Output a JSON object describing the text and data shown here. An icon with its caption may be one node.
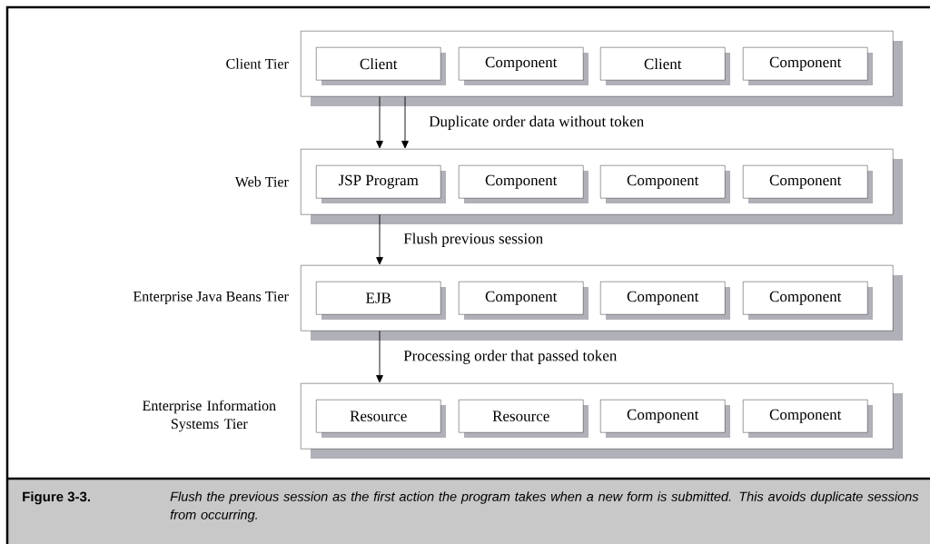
{
  "diagram": {
    "caption": "Flush the previous session as the first action the program takes when a new form is submitted. This avoids duplicate sessions from occurring.",
    "nodes": [
      {
        "text": [
          "Client Tier"
        ]
      },
      {
        "text": [
          "Client"
        ],
        "in": 0
      },
      {
        "text": [
          "Component"
        ],
        "in": 0
      },
      {
        "text": [
          "Client"
        ],
        "in": 0
      },
      {
        "text": [
          "Component"
        ],
        "in": 0
      },
      {
        "text": [
          "Web Tier"
        ]
      },
      {
        "text": [
          "JSP Program"
        ],
        "in": 5
      },
      {
        "text": [
          "Component"
        ],
        "in": 5
      },
      {
        "text": [
          "Component"
        ],
        "in": 5
      },
      {
        "text": [
          "Component"
        ],
        "in": 5
      },
      {
        "text": [
          "Enterprise Java Beans Tier"
        ]
      },
      {
        "text": [
          "EJB"
        ],
        "in": 10
      },
      {
        "text": [
          "Component"
        ],
        "in": 10
      },
      {
        "text": [
          "Component"
        ],
        "in": 10
      },
      {
        "text": [
          "Component"
        ],
        "in": 10
      },
      {
        "text": [
          "Enterprise Information Systems Tier"
        ]
      },
      {
        "text": [
          "Resource"
        ],
        "in": 15
      },
      {
        "text": [
          "Resource"
        ],
        "in": 15
      },
      {
        "text": [
          "Component"
        ],
        "in": 15
      },
      {
        "text": [
          "Component"
        ],
        "in": 15
      }
    ],
    "edges": [
      {
        "from": 0,
        "to": 5,
        "arrow": "to"
      },
      {
        "from": 0,
        "to": 5,
        "arrow": "to",
        "label": "Duplicate order data without token"
      },
      {
        "from": 5,
        "to": 10,
        "arrow": "to",
        "label": "Flush previous session"
      },
      {
        "from": 10,
        "to": 15,
        "arrow": "to",
        "label": "Processing order that passed token"
      }
    ],
    "labels": [
      "Figure 3-3."
    ]
  }
}
